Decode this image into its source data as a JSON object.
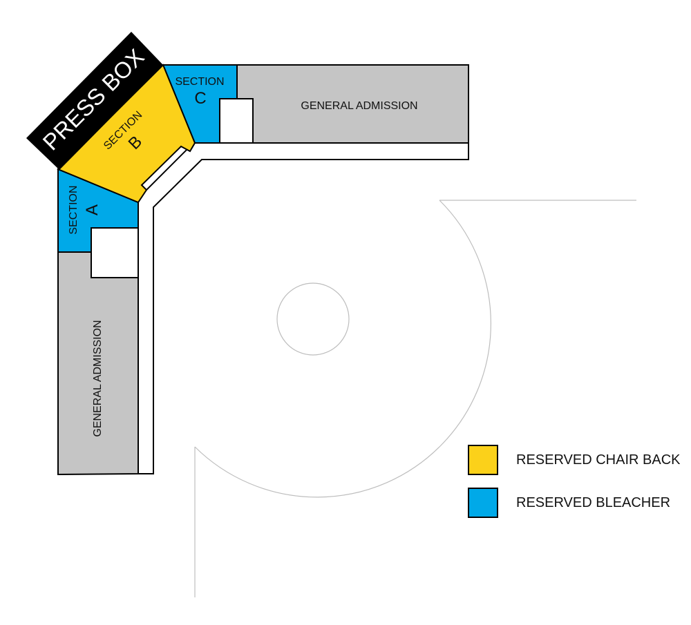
{
  "sections": {
    "press_box": "PRESS BOX",
    "section_a": {
      "word": "SECTION",
      "letter": "A"
    },
    "section_b": {
      "word": "SECTION",
      "letter": "B"
    },
    "section_c": {
      "word": "SECTION",
      "letter": "C"
    },
    "ga_top": "GENERAL ADMISSION",
    "ga_left": "GENERAL ADMISSION"
  },
  "legend": [
    {
      "label": "RESERVED CHAIR BACK",
      "color": "#FBD11A"
    },
    {
      "label": "RESERVED BLEACHER",
      "color": "#00A9E8"
    }
  ],
  "colors": {
    "chair_back": "#FBD11A",
    "bleacher": "#00A9E8",
    "general_admission": "#C5C5C5",
    "press_box": "#000000"
  }
}
